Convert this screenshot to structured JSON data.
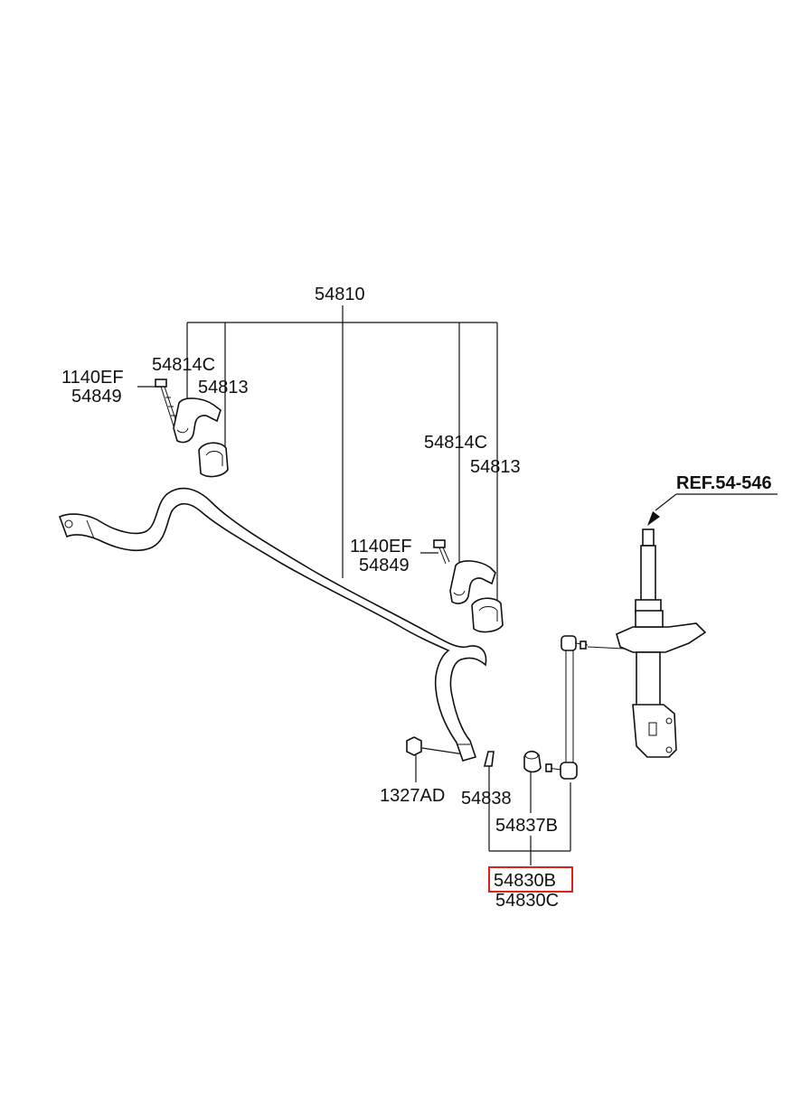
{
  "labels": {
    "stabilizer_bar": "54810",
    "bracket_left": "54814C",
    "bushing_left": "54813",
    "bolt_left": "1140EF",
    "bolt_left_alt": "54849",
    "bracket_right": "54814C",
    "bushing_right": "54813",
    "bolt_right": "1140EF",
    "bolt_right_alt": "54849",
    "nut": "1327AD",
    "washer": "54838",
    "dust_cover": "54837B",
    "link_highlighted": "54830B",
    "link_alt": "54830C",
    "strut_ref": "REF.54-546"
  },
  "colors": {
    "highlight": "#e0201b",
    "ink": "#111111"
  }
}
